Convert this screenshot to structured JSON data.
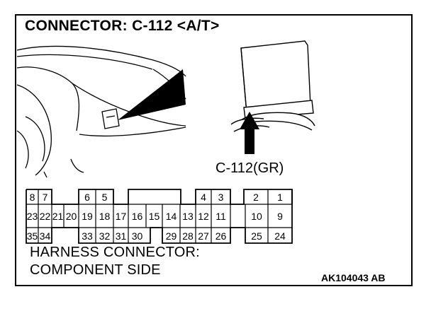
{
  "title": "CONNECTOR: C-112 <A/T>",
  "callout_label": "C-112(GR)",
  "pins": {
    "row1": [
      {
        "label": "8"
      },
      {
        "label": "7"
      },
      {
        "label": "6"
      },
      {
        "label": "5"
      },
      {
        "label": "4"
      },
      {
        "label": "3"
      },
      {
        "label": "2"
      },
      {
        "label": "1"
      }
    ],
    "row2": [
      {
        "label": "23"
      },
      {
        "label": "22"
      },
      {
        "label": "21"
      },
      {
        "label": "20"
      },
      {
        "label": "19"
      },
      {
        "label": "18"
      },
      {
        "label": "17"
      },
      {
        "label": "16"
      },
      {
        "label": "15"
      },
      {
        "label": "14"
      },
      {
        "label": "13"
      },
      {
        "label": "12"
      },
      {
        "label": "11"
      },
      {
        "label": "10"
      },
      {
        "label": "9"
      }
    ],
    "row3": [
      {
        "label": "35"
      },
      {
        "label": "34"
      },
      {
        "label": "33"
      },
      {
        "label": "32"
      },
      {
        "label": "31"
      },
      {
        "label": "30"
      },
      {
        "label": "29"
      },
      {
        "label": "28"
      },
      {
        "label": "27"
      },
      {
        "label": "26"
      },
      {
        "label": "25"
      },
      {
        "label": "24"
      }
    ]
  },
  "harness_label_line1": "HARNESS CONNECTOR:",
  "harness_label_line2": "COMPONENT SIDE",
  "figure_code": "AK104043 AB"
}
